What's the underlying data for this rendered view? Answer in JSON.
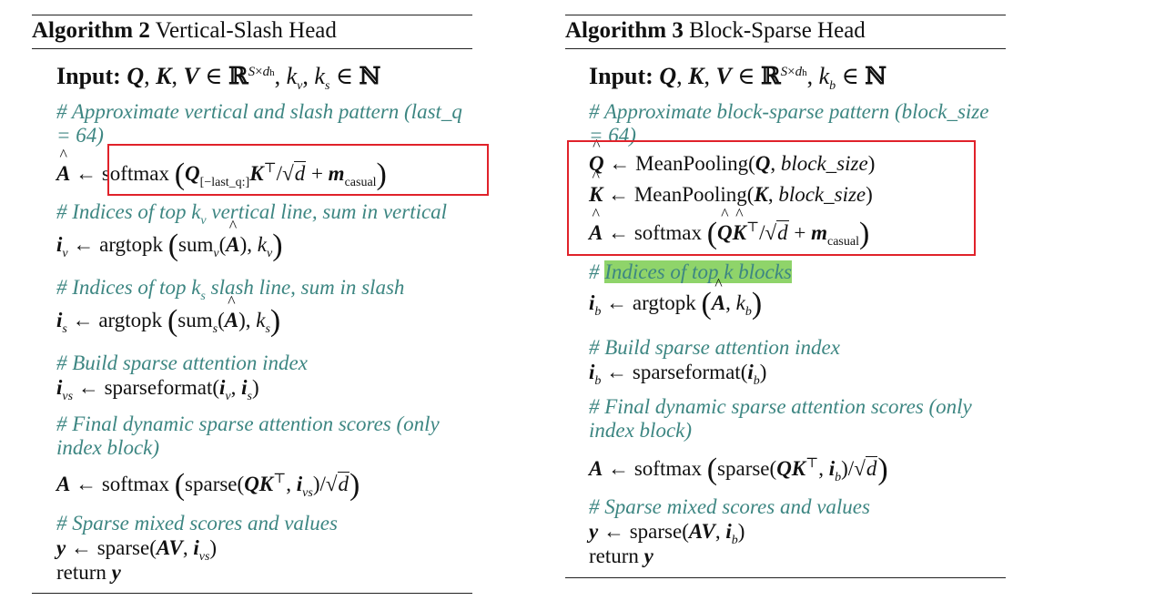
{
  "algo2": {
    "title_num": "Algorithm 2",
    "title_name": "Vertical-Slash Head",
    "input_label": "Input:",
    "c1a": "# Approximate vertical and slash pattern (last_q",
    "c1b": "= 64)",
    "c2": "# Indices of top",
    "c2b": "vertical line, sum in vertical",
    "c3": "# Indices of top",
    "c3b": "slash line, sum in slash",
    "c4": "# Build sparse attention index",
    "c5a": "# Final dynamic sparse attention scores (only",
    "c5b": "index block)",
    "c6": "# Sparse mixed scores and values",
    "softmax": "softmax",
    "argtopk": "argtopk",
    "sparseformat": "sparseformat",
    "sparse": "sparse",
    "last_q": "[−last_q:]",
    "casual": "casual",
    "return": "return"
  },
  "algo3": {
    "title_num": "Algorithm 3",
    "title_name": "Block-Sparse Head",
    "input_label": "Input:",
    "c1a": "# Approximate block-sparse pattern (block_size",
    "c1b": "= 64)",
    "meanpooling": "MeanPooling",
    "block_size": "block_size",
    "c2_prefix": "#",
    "c2_hl": "Indices of top k blocks",
    "c3": "# Build sparse attention index",
    "c4a": "# Final dynamic sparse attention scores (only",
    "c4b": "index block)",
    "c5": "# Sparse mixed scores and values",
    "softmax": "softmax",
    "argtopk": "argtopk",
    "sparseformat": "sparseformat",
    "sparse": "sparse",
    "casual": "casual",
    "return": "return"
  },
  "colors": {
    "comment": "#3d8682",
    "highlight": "#8fd46a",
    "box": "#e0222a"
  }
}
